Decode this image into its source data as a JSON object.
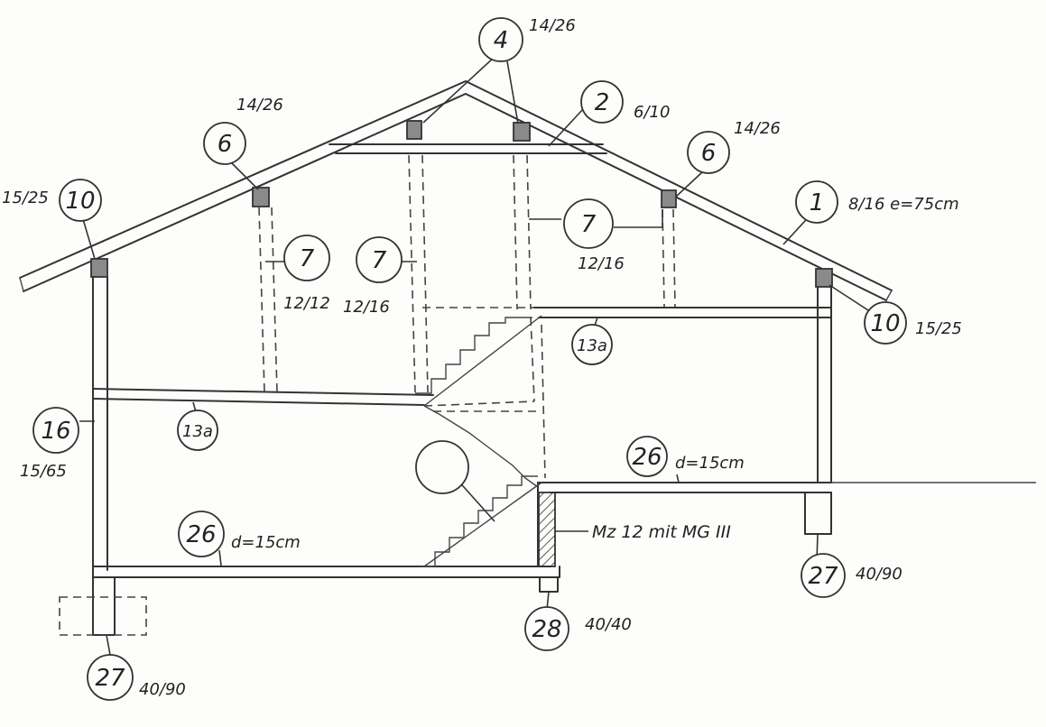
{
  "labels": {
    "rafter": {
      "num": "1",
      "dim": "8/16  e=75cm"
    },
    "collar_beam": {
      "num": "2",
      "dim": "6/10"
    },
    "ridge_purlin": {
      "num": "4",
      "dim": "14/26"
    },
    "purlin_left": {
      "num": "6",
      "dim": "14/26"
    },
    "purlin_right": {
      "num": "6",
      "dim": "14/26"
    },
    "post_left": {
      "num": "7",
      "dim": "12/12"
    },
    "post_mid": {
      "num": "7",
      "dim": "12/16"
    },
    "post_right": {
      "num": "7",
      "dim": "12/16"
    },
    "plate_left": {
      "num": "10",
      "dim": "15/25"
    },
    "plate_right": {
      "num": "10",
      "dim": "15/25"
    },
    "slab_upper_left": {
      "num": "13a"
    },
    "slab_upper_right": {
      "num": "13a"
    },
    "wall_left": {
      "num": "16",
      "dim": "15/65"
    },
    "slab_lower_left": {
      "num": "26",
      "dim": "d=15cm"
    },
    "slab_lower_right": {
      "num": "26",
      "dim": "d=15cm"
    },
    "footing_left": {
      "num": "27",
      "dim": "40/90"
    },
    "footing_right": {
      "num": "27",
      "dim": "40/90"
    },
    "footing_mid": {
      "num": "28",
      "dim": "40/40"
    },
    "masonry_wall": {
      "note": "Mz 12 mit MG III"
    },
    "stair": {
      "num": ""
    }
  }
}
